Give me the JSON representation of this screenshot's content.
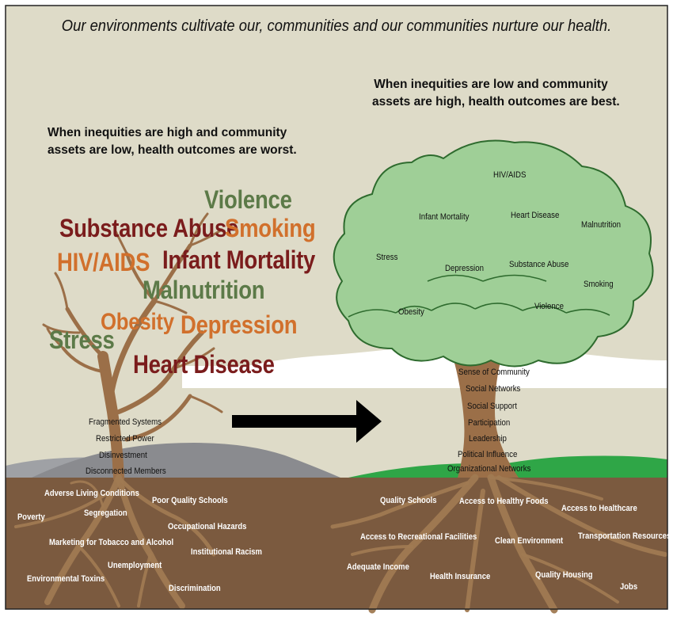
{
  "title": "Our environments cultivate our, communities and our communities nurture our health.",
  "left_tree": {
    "heading_lines": [
      "When inequities are high and community",
      "assets are low, health outcomes are worst."
    ],
    "outcomes": {
      "violence": "Violence",
      "substance_abuse": "Substance Abuse",
      "smoking": "Smoking",
      "hiv_aids": "HIV/AIDS",
      "infant_mortality": "Infant Mortality",
      "malnutrition": "Malnutrition",
      "obesity": "Obesity",
      "depression": "Depression",
      "stress": "Stress",
      "heart_disease": "Heart Disease"
    },
    "trunk_labels": [
      "Fragmented Systems",
      "Restricted Power",
      "Disinvestment",
      "Disconnected Members"
    ],
    "root_labels": {
      "adverse_living": "Adverse Living Conditions",
      "poor_schools": "Poor Quality Schools",
      "poverty": "Poverty",
      "segregation": "Segregation",
      "occupational": "Occupational Hazards",
      "marketing": "Marketing for Tobacco and Alcohol",
      "racism": "Institutional Racism",
      "unemployment": "Unemployment",
      "toxins": "Environmental Toxins",
      "discrimination": "Discrimination"
    }
  },
  "right_tree": {
    "heading_lines": [
      "When inequities are low and community",
      "assets are high, health outcomes are best."
    ],
    "outcomes": {
      "hiv_aids": "HIV/AIDS",
      "infant_mortality": "Infant Mortality",
      "heart_disease": "Heart Disease",
      "malnutrition": "Malnutrition",
      "stress": "Stress",
      "depression": "Depression",
      "substance_abuse": "Substance Abuse",
      "smoking": "Smoking",
      "obesity": "Obesity",
      "violence": "Violence"
    },
    "trunk_labels": [
      "Sense of Community",
      "Social Networks",
      "Social Support",
      "Participation",
      "Leadership",
      "Political Influence",
      "Organizational Networks"
    ],
    "root_labels": {
      "quality_schools": "Quality Schools",
      "healthy_foods": "Access to Healthy Foods",
      "healthcare": "Access to Healthcare",
      "recreation": "Access to Recreational Facilities",
      "clean_env": "Clean Environment",
      "transport": "Transportation Resources",
      "income": "Adequate Income",
      "insurance": "Health Insurance",
      "housing": "Quality Housing",
      "jobs": "Jobs"
    }
  },
  "colors": {
    "sky": "#dedbc8",
    "soil": "#7b5a3f",
    "bark": "#9b6f48",
    "canopy": "#9fcf97",
    "hill_gray": "#8a8b8f",
    "hill_green": "#2fa647",
    "arrow": "#000000"
  }
}
